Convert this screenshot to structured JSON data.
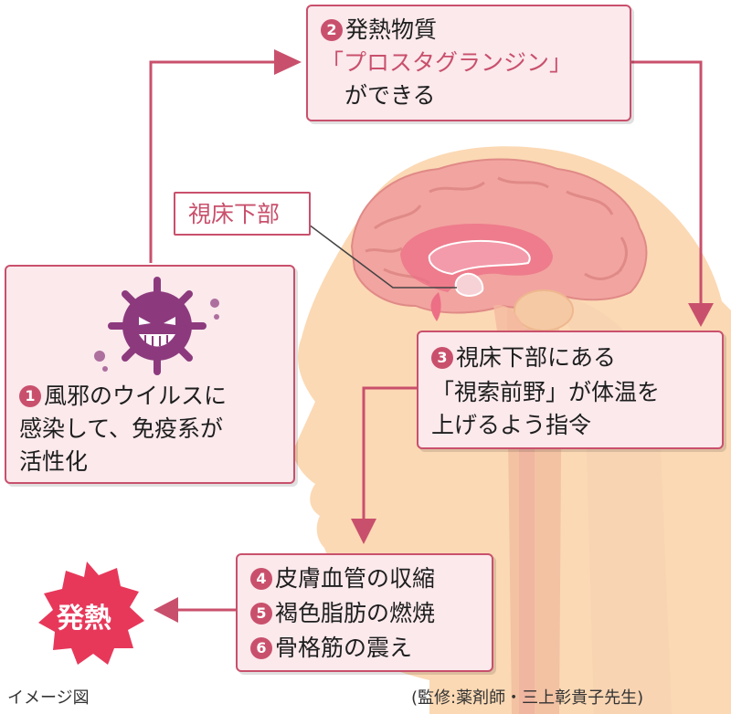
{
  "step1": {
    "num": "1",
    "lines": [
      "風邪のウイルスに",
      "感染して、免疫系が",
      "活性化"
    ]
  },
  "step2": {
    "num": "2",
    "line1": "発熱物質",
    "line2": "「プロスタグランジン」",
    "line3": "ができる"
  },
  "step3": {
    "num": "3",
    "lines": [
      "視床下部にある",
      "「視索前野」が体温を",
      "上げるよう指令"
    ]
  },
  "step4": {
    "items": [
      {
        "num": "4",
        "text": "皮膚血管の収縮"
      },
      {
        "num": "5",
        "text": "褐色脂肪の燃焼"
      },
      {
        "num": "6",
        "text": "骨格筋の震え"
      }
    ]
  },
  "hypothalamus_label": "視床下部",
  "fever_label": "発熱",
  "footer": {
    "left": "イメージ図",
    "right": "(監修:薬剤師・三上彰貴子先生)"
  },
  "colors": {
    "accent": "#c9506c",
    "box_bg": "#fbe9ec",
    "skin": "#fbd9b4",
    "brain": "#f2a4a0",
    "virus": "#8c3a7d"
  },
  "icons": [
    "virus-icon",
    "head-silhouette",
    "brain-icon",
    "arrow-icon",
    "burst-icon"
  ]
}
